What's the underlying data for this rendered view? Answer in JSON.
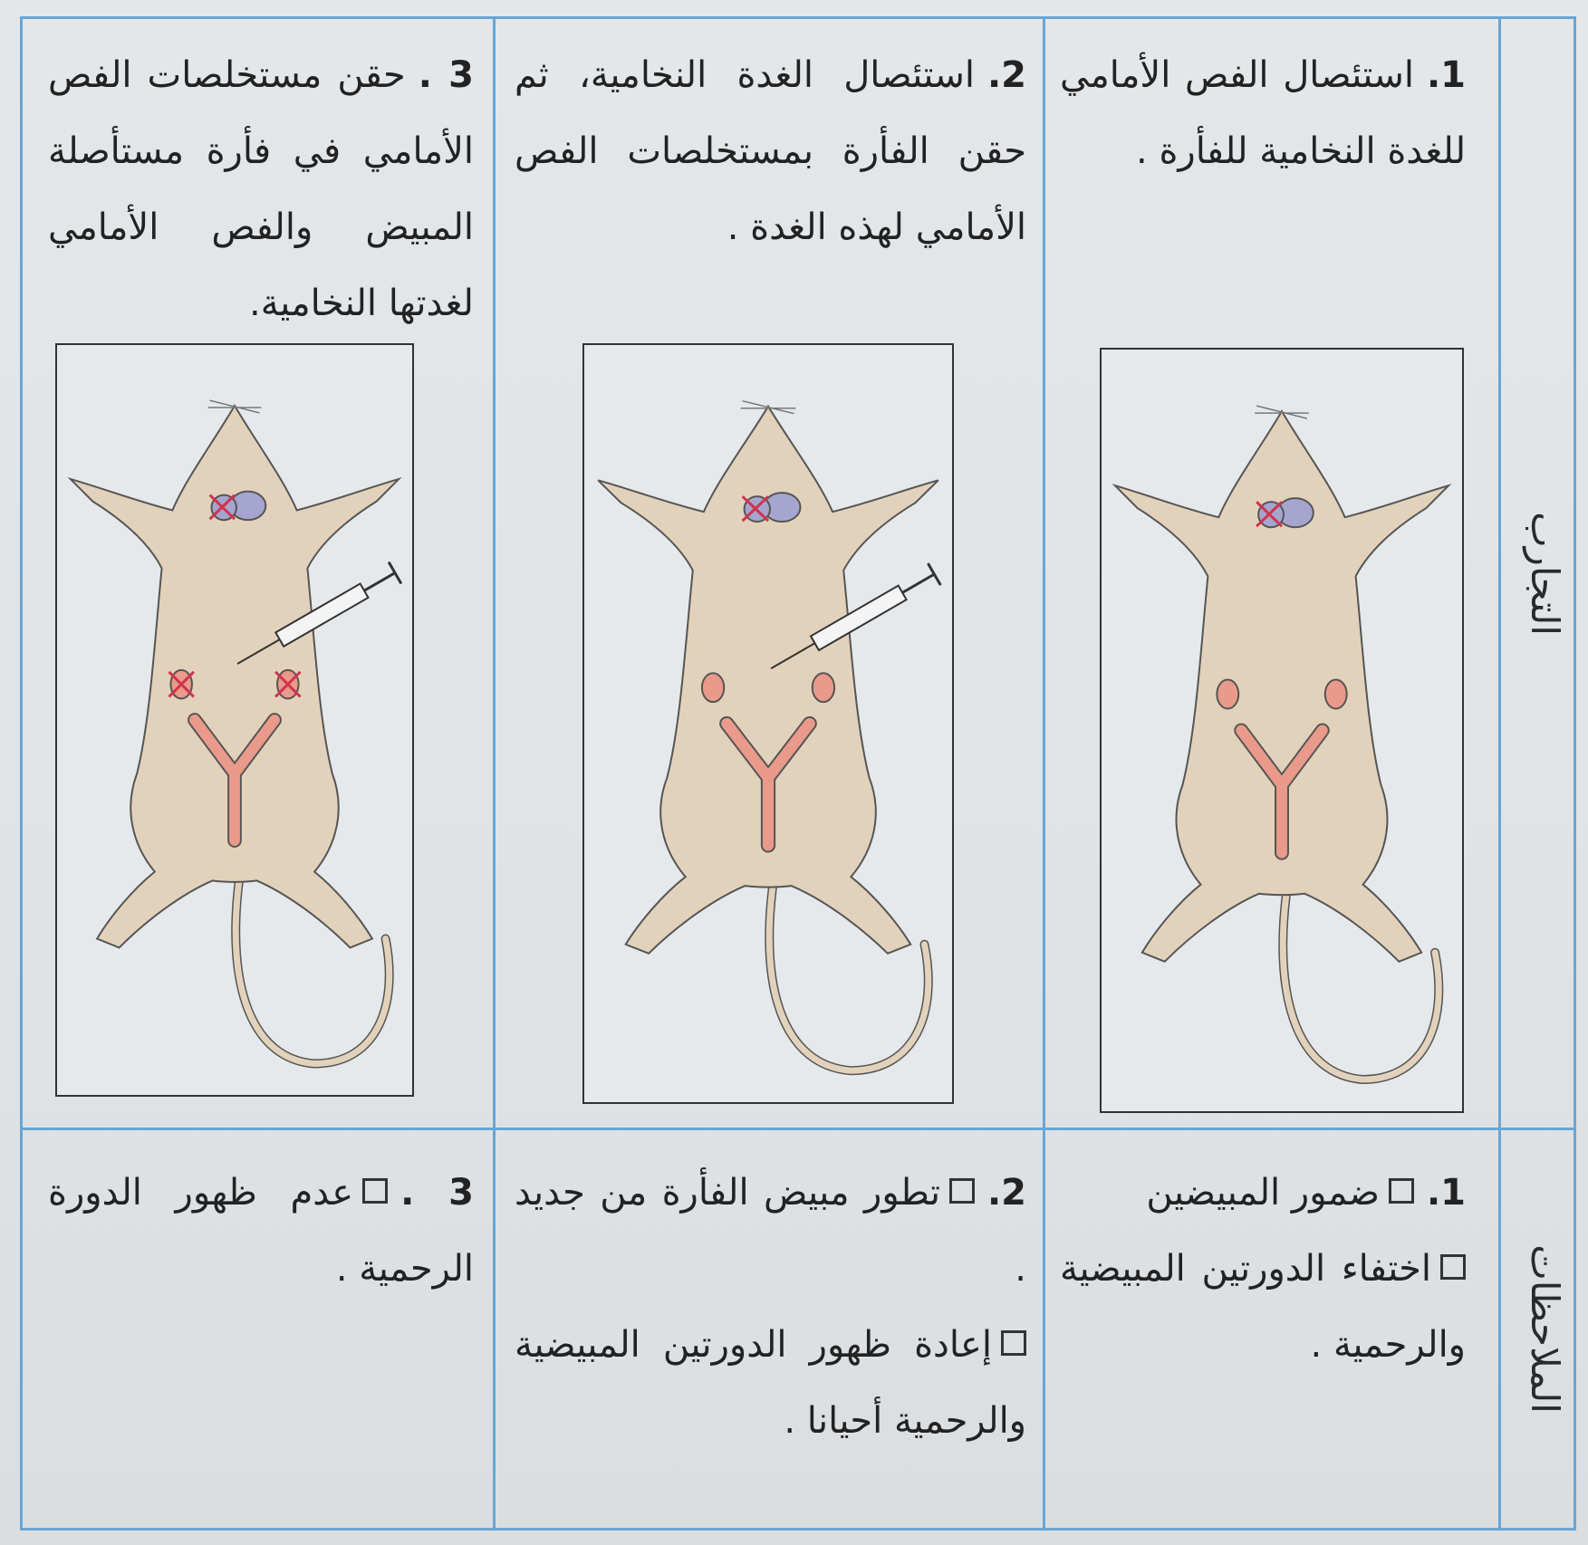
{
  "rows": {
    "experiments_label": "التجارب",
    "observations_label": "الملاحظات"
  },
  "experiments": [
    {
      "num": "1.",
      "text": "استئصال الفص الأمامي للغدة النخامية للفأرة ."
    },
    {
      "num": "2.",
      "text": "استئصال الغدة النخامية، ثم حقن الفأرة بمستخلصات الفص الأمامي لهذه الغدة ."
    },
    {
      "num": "3 .",
      "text": "حقن مستخلصات الفص الأمامي في فأرة مستأصلة المبيض والفص الأمامي لغدتها النخامية."
    }
  ],
  "observations": [
    {
      "num": "1.",
      "items": [
        "ضمور المبيضين",
        "اختفاء الدورتين المبيضية والرحمية ."
      ]
    },
    {
      "num": "2.",
      "items": [
        "تطور مبيض الفأرة من جديد .",
        "إعادة ظهور الدورتين المبيضية والرحمية أحيانا ."
      ]
    },
    {
      "num": "3 .",
      "items": [
        "عدم ظهور الدورة الرحمية ."
      ]
    }
  ],
  "colors": {
    "grid": "#6aa5d3",
    "mouse_body": "#e3d2bb",
    "uterus": "#e99a8a",
    "gland": "#a5a5cf",
    "cross": "#d0344e"
  }
}
